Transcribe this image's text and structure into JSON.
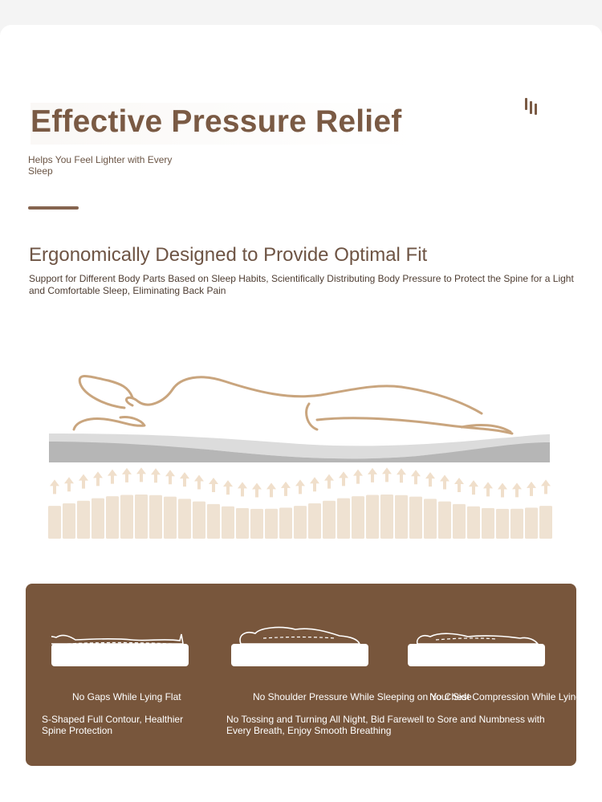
{
  "hero": {
    "headline": "Effective Pressure Relief",
    "subline": "Helps You Feel Lighter with Every Sleep"
  },
  "section": {
    "title": "Ergonomically Designed to Provide Optimal Fit",
    "description": "Support for Different Body Parts Based on Sleep Habits, Scientifically Distributing Body Pressure to Protect the Spine for a Light and Comfortable Sleep, Eliminating Back Pain"
  },
  "features": [
    {
      "label": "No Gaps While Lying Flat",
      "description": "S-Shaped Full Contour, Healthier Spine Protection",
      "icon": "back-sleeper-icon"
    },
    {
      "label": "No Shoulder Pressure While Sleeping on Your Side",
      "description": "No Tossing and Turning All Night, Bid Farewell to Sore and Numbness with Every Breath, Enjoy Smooth Breathing",
      "icon": "side-sleeper-icon"
    },
    {
      "label": "No Chest Compression While Lying",
      "description": "",
      "icon": "stomach-sleeper-icon"
    }
  ],
  "colors": {
    "brand_brown": "#7a5a44",
    "panel_brown": "#78563c",
    "body_outline": "#c9a57e",
    "spring": "#efe2d2",
    "arrow": "#f0dfcb"
  }
}
